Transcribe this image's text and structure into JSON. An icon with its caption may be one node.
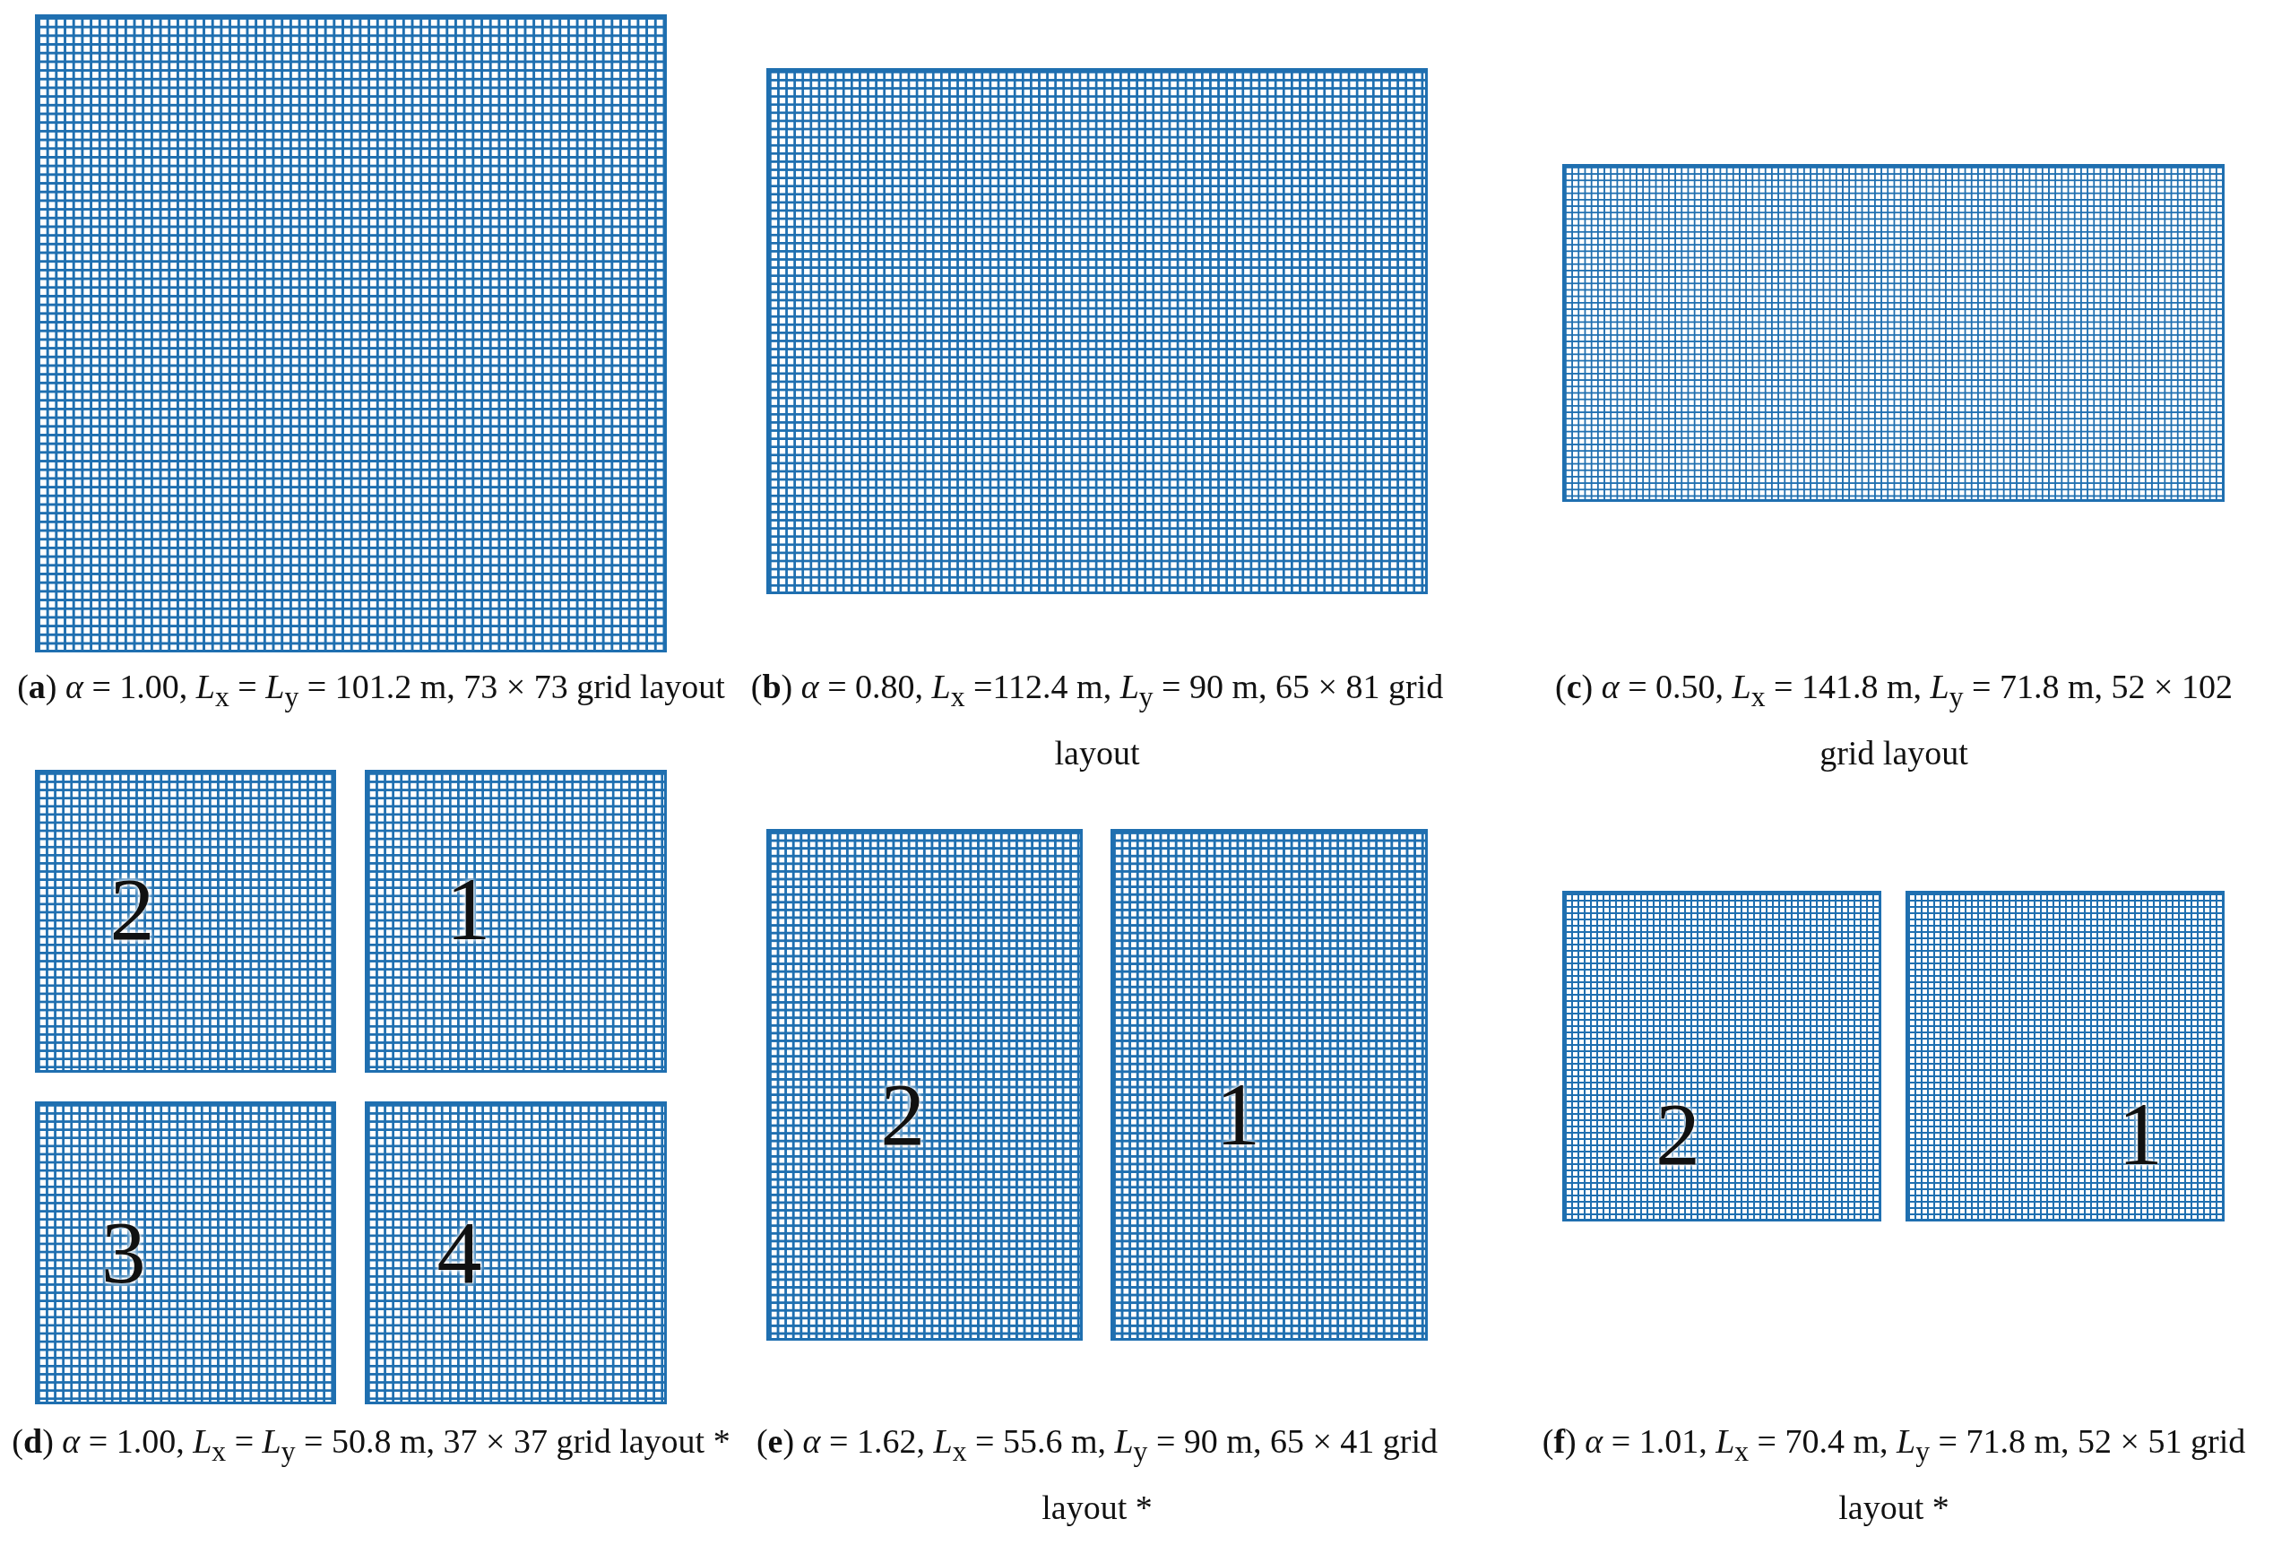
{
  "diagram": {
    "nodes": [
      {
        "text": [],
        "shape": "box"
      },
      {
        "text": [],
        "shape": "box"
      },
      {
        "text": [],
        "shape": "box"
      },
      {
        "text": [
          "2"
        ]
      },
      {
        "text": [
          "1"
        ]
      },
      {
        "text": [
          "3"
        ]
      },
      {
        "text": [
          "4"
        ]
      },
      {
        "text": [
          "2"
        ]
      },
      {
        "text": [
          "1"
        ]
      },
      {
        "text": [
          "2"
        ]
      },
      {
        "text": [
          "1"
        ]
      }
    ],
    "edges": [],
    "labels": [
      "(**a**)  *α* = 1.00,  *L*$_{x}$ = *L*$_{y}$ = 101.2 m, 73 × 73 grid layout",
      "(**b**)  *α* = 0.80, *L*$_{x}$ =112.4 m,  *L*$_{y}$ = 90 m, 65 × 81 grid layout",
      "(**c**)  *α* = 0.50, *L*$_{x}$ = 141.8 m,  *L*$_{y}$ = 71.8 m, 52 × 102 grid layout",
      "(**d**)  *α* = 1.00, *L*$_{x}$ = *L*$_{y}$ =  50.8 m, 37 × 37 grid layout *",
      "(**e**)  *α* = 1.62, *L*$_{x}$ = 55.6 m,  *L*$_{y}$ =  90 m, 65 × 41 grid layout *",
      "(**f**)  *α* = 1.01, *L*$_{x}$ = 70.4 m,  *L*$_{y}$ =  71.8 m, 52 × 51 grid layout *"
    ]
  }
}
